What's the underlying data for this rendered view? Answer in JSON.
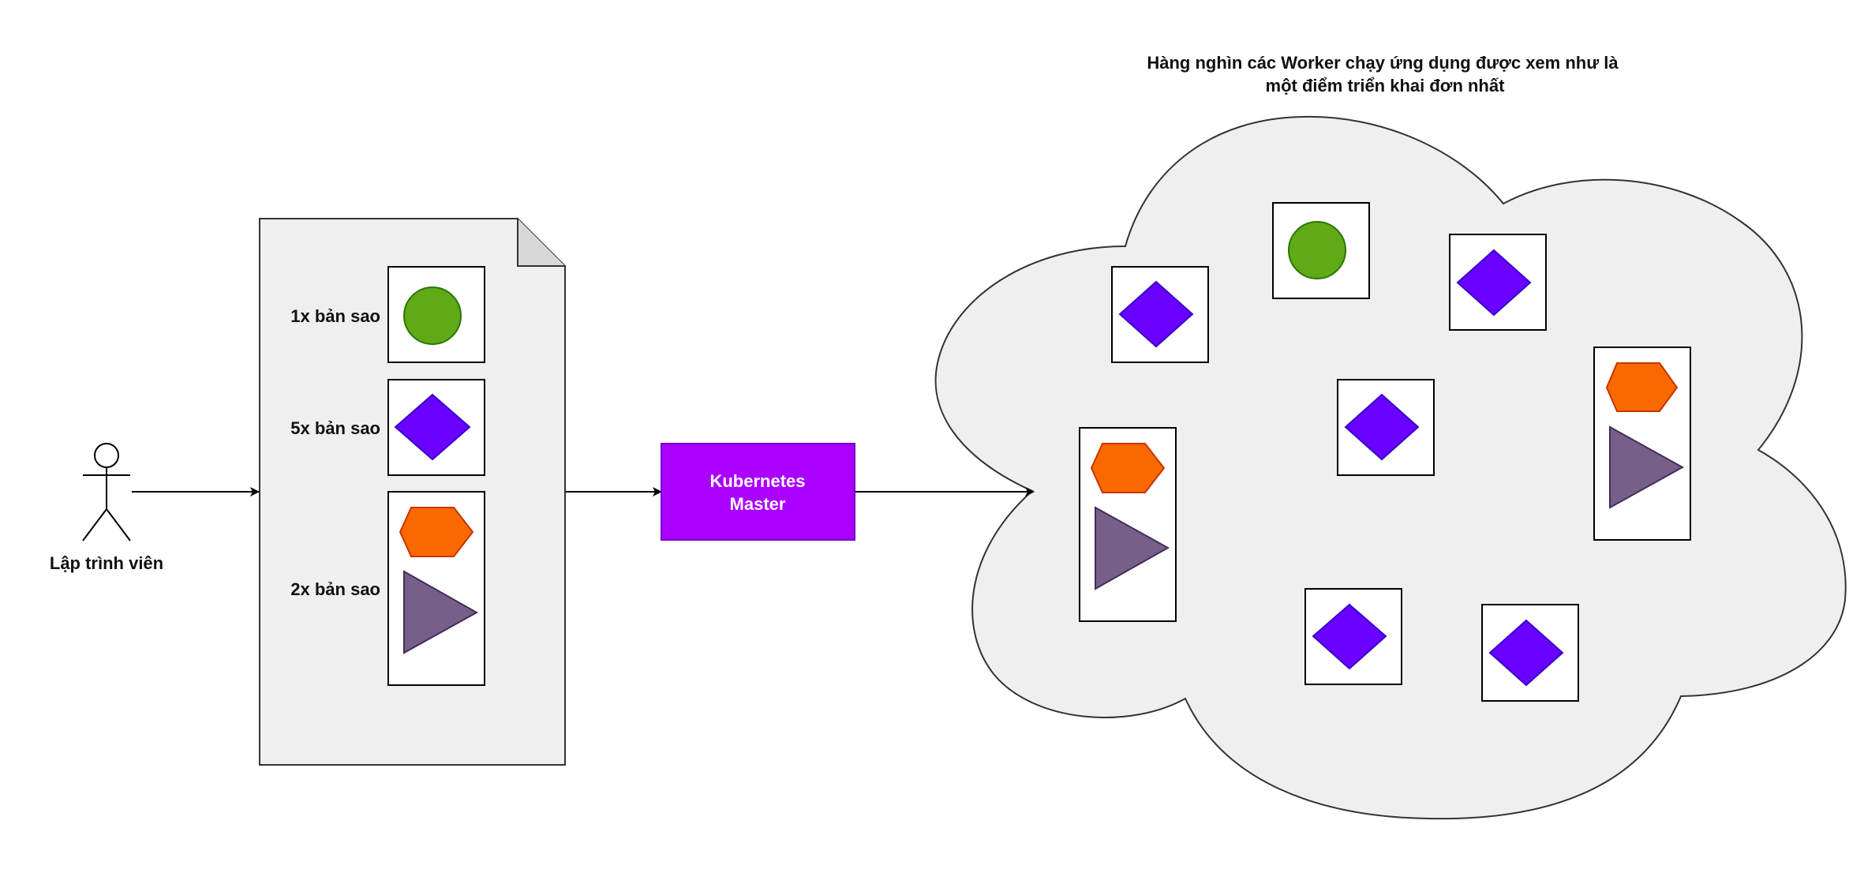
{
  "actor": {
    "label": "Lập trình viên"
  },
  "manifest": {
    "rows": [
      {
        "label": "1x bản sao",
        "icons": [
          "circle"
        ]
      },
      {
        "label": "5x bản sao",
        "icons": [
          "diamond"
        ]
      },
      {
        "label": "2x bản sao",
        "icons": [
          "hexagon",
          "triangle"
        ]
      }
    ]
  },
  "master": {
    "line1": "Kubernetes",
    "line2": "Master"
  },
  "cloud": {
    "caption_line1": "Hàng nghìn các Worker chạy ứng dụng được xem như là",
    "caption_line2": "một điểm triển khai đơn nhất"
  },
  "colors": {
    "circle": "#60a917",
    "diamond": "#6a00ff",
    "hexagon": "#fa6800",
    "triangle": "#76608a",
    "master": "#aa00ff",
    "cloud": "#efefef",
    "document": "#efefef"
  }
}
